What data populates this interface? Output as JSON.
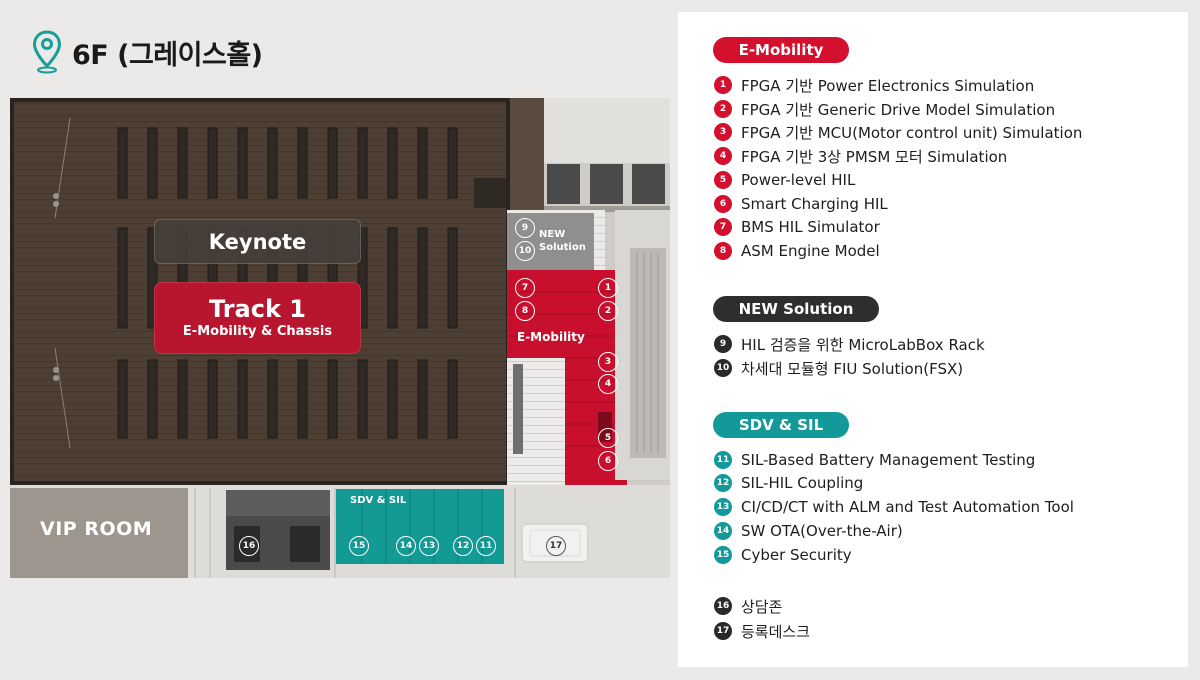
{
  "header": {
    "title": "6F (그레이스홀)",
    "icon": "map-pin-icon",
    "icon_color": "#169e9b"
  },
  "floorplan": {
    "keynote": "Keynote",
    "track_title": "Track 1",
    "track_sub": "E-Mobility & Chassis",
    "vip_room": "VIP ROOM",
    "new_solution": [
      "NEW",
      "Solution"
    ],
    "emobility_label": "E-Mobility",
    "sdv_label": "SDV & SIL",
    "markers": {
      "m1": "1",
      "m2": "2",
      "m3": "3",
      "m4": "4",
      "m5": "5",
      "m6": "6",
      "m7": "7",
      "m8": "8",
      "m9": "9",
      "m10": "10",
      "m11": "11",
      "m12": "12",
      "m13": "13",
      "m14": "14",
      "m15": "15",
      "m16": "16",
      "m17": "17"
    }
  },
  "legend": {
    "sections": [
      {
        "title": "E-Mobility",
        "color": "#d3102e",
        "items": [
          {
            "num": "1",
            "text": "FPGA 기반 Power Electronics Simulation"
          },
          {
            "num": "2",
            "text": "FPGA 기반 Generic Drive Model Simulation"
          },
          {
            "num": "3",
            "text": "FPGA 기반 MCU(Motor control unit) Simulation"
          },
          {
            "num": "4",
            "text": "FPGA 기반 3상 PMSM 모터 Simulation"
          },
          {
            "num": "5",
            "text": "Power-level HIL"
          },
          {
            "num": "6",
            "text": "Smart Charging HIL"
          },
          {
            "num": "7",
            "text": "BMS HIL Simulator"
          },
          {
            "num": "8",
            "text": "ASM Engine Model"
          }
        ]
      },
      {
        "title": "NEW Solution",
        "color": "#2e2e2e",
        "items": [
          {
            "num": "9",
            "text": "HIL 검증을 위한 MicroLabBox Rack"
          },
          {
            "num": "10",
            "text": "차세대 모듈형 FIU Solution(FSX)"
          }
        ]
      },
      {
        "title": "SDV & SIL",
        "color": "#14999a",
        "items": [
          {
            "num": "11",
            "text": "SIL-Based Battery Management Testing"
          },
          {
            "num": "12",
            "text": "SIL-HIL Coupling"
          },
          {
            "num": "13",
            "text": "CI/CD/CT with ALM and Test Automation Tool"
          },
          {
            "num": "14",
            "text": "SW OTA(Over-the-Air)"
          },
          {
            "num": "15",
            "text": "Cyber Security"
          }
        ]
      },
      {
        "title": "",
        "color": "#2a2a2a",
        "items": [
          {
            "num": "16",
            "text": "상담존"
          },
          {
            "num": "17",
            "text": "등록데스크"
          }
        ]
      }
    ]
  }
}
